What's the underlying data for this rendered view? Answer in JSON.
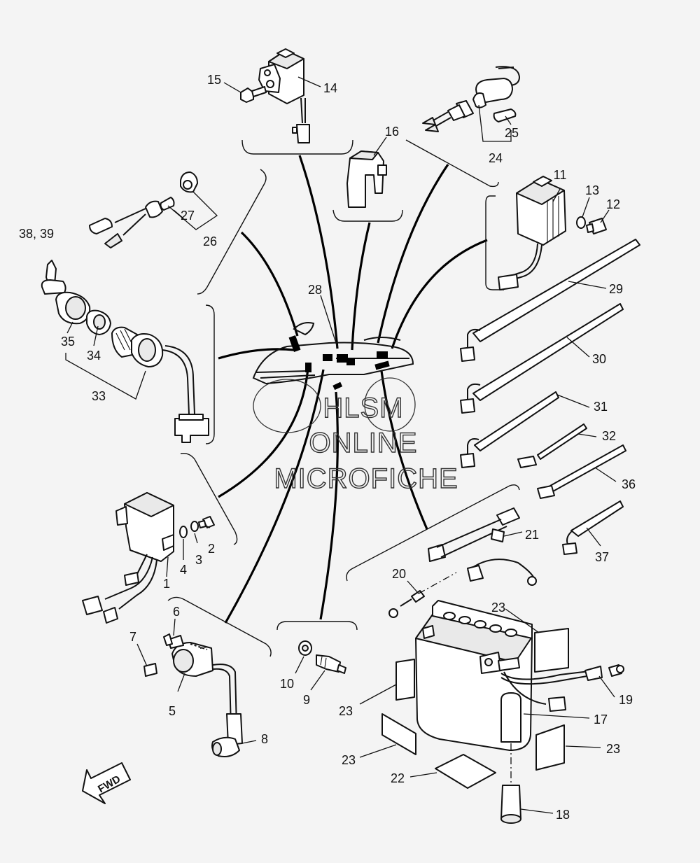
{
  "callouts": {
    "c1": "1",
    "c2": "2",
    "c3": "3",
    "c4": "4",
    "c5": "5",
    "c6": "6",
    "c7": "7",
    "c8": "8",
    "c9": "9",
    "c10": "10",
    "c11": "11",
    "c12": "12",
    "c13": "13",
    "c14": "14",
    "c15": "15",
    "c16": "16",
    "c17": "17",
    "c18": "18",
    "c19": "19",
    "c20": "20",
    "c21": "21",
    "c22": "22",
    "c23a": "23",
    "c23b": "23",
    "c23c": "23",
    "c23d": "23",
    "c24": "24",
    "c25": "25",
    "c26": "26",
    "c27": "27",
    "c28": "28",
    "c29": "29",
    "c30": "30",
    "c31": "31",
    "c32": "32",
    "c33": "33",
    "c34": "34",
    "c35": "35",
    "c36": "36",
    "c37": "37",
    "c3839": "38, 39"
  },
  "watermark": {
    "line1": "HLSM",
    "line2": "ONLINE",
    "line3": "MICROFICHE"
  },
  "fwd_label": "FWD",
  "colors": {
    "background": "#f4f4f4",
    "ink": "#111111"
  }
}
